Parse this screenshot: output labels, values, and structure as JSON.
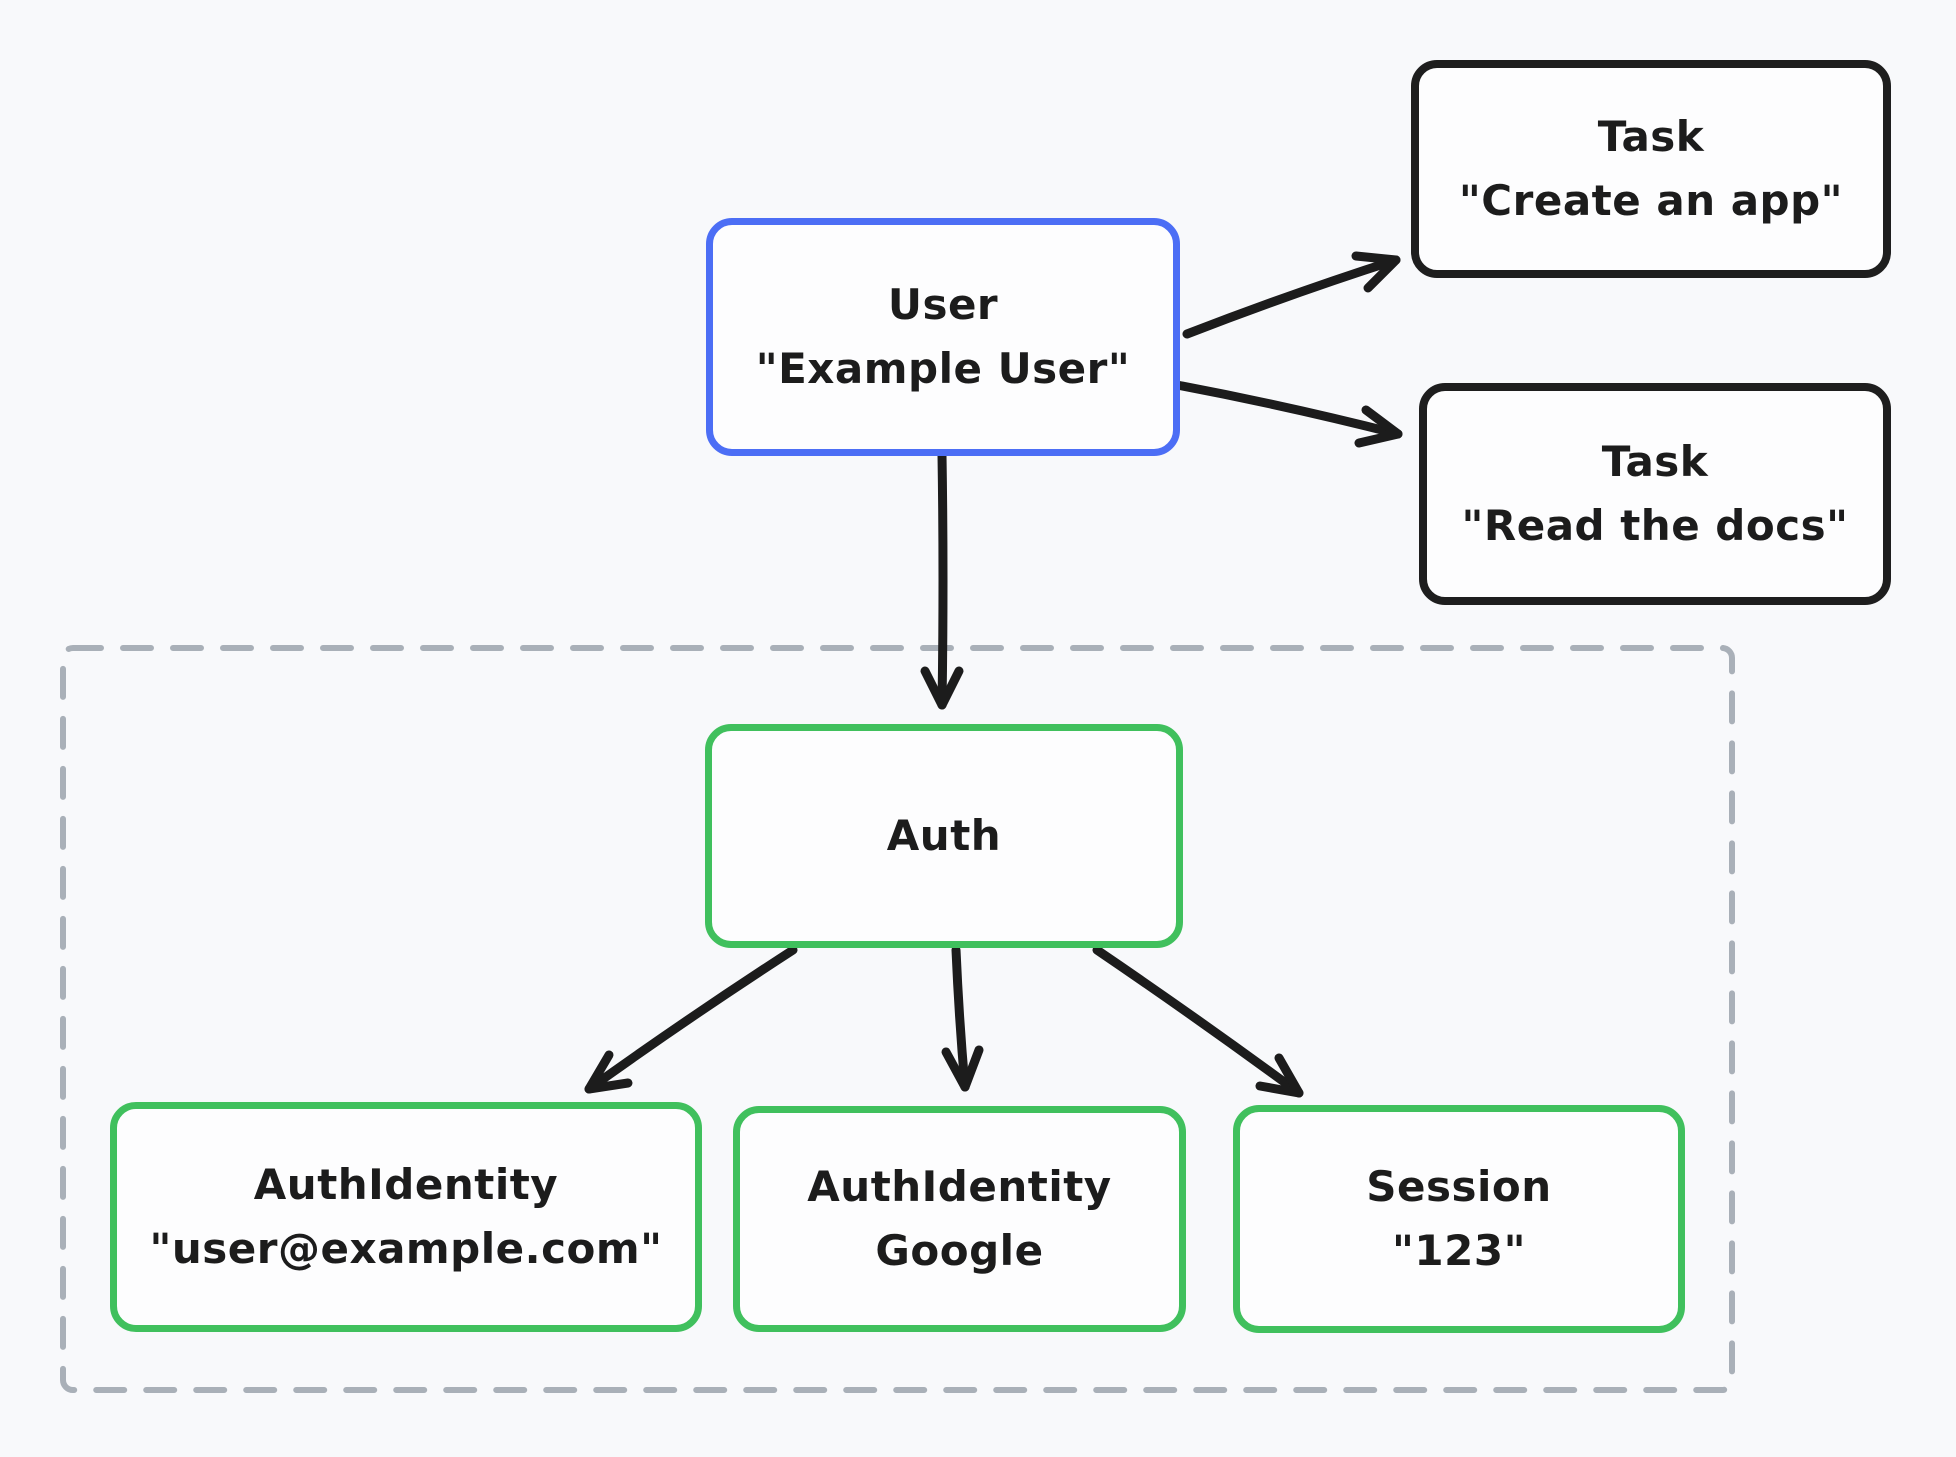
{
  "nodes": {
    "user": {
      "lines": [
        "User",
        "\"Example User\""
      ]
    },
    "task_create": {
      "lines": [
        "Task",
        "\"Create an app\""
      ]
    },
    "task_read": {
      "lines": [
        "Task",
        "\"Read the docs\""
      ]
    },
    "auth": {
      "lines": [
        "Auth"
      ]
    },
    "auth_identity_email": {
      "lines": [
        "AuthIdentity",
        "\"user@example.com\""
      ]
    },
    "auth_identity_google": {
      "lines": [
        "AuthIdentity",
        "Google"
      ]
    },
    "session": {
      "lines": [
        "Session",
        "\"123\""
      ]
    }
  },
  "edges": [
    {
      "from": "user",
      "to": "task_create"
    },
    {
      "from": "user",
      "to": "task_read"
    },
    {
      "from": "user",
      "to": "auth"
    },
    {
      "from": "auth",
      "to": "auth_identity_email"
    },
    {
      "from": "auth",
      "to": "auth_identity_google"
    },
    {
      "from": "auth",
      "to": "session"
    }
  ],
  "colors": {
    "background": "#f8f9fb",
    "node_fill": "#fdfdfe",
    "user_border": "#4c6ef5",
    "task_border": "#1e1e1e",
    "auth_border": "#40c05d",
    "group_border": "#a9b0b8",
    "arrow": "#1c1c1c",
    "text": "#1c1c1c"
  }
}
